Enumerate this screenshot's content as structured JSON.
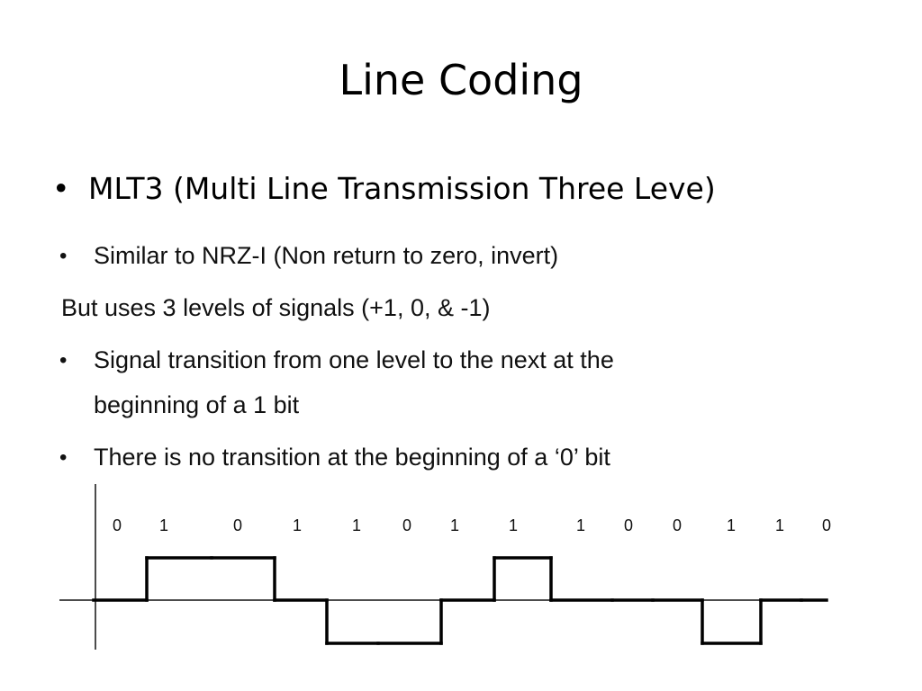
{
  "slide": {
    "title": "Line Coding",
    "main_bullet": "MLT3 (Multi Line Transmission Three Leve)"
  },
  "notes": {
    "bullet_char": "•",
    "line1": "Similar to NRZ-I (Non return to zero, invert)",
    "line2": "But uses 3 levels of signals (+1, 0, & -1)",
    "line3a": "Signal transition from one level to the next at the",
    "line3b": "beginning of a 1 bit",
    "line4": "There is no transition at the beginning of a ‘0’ bit"
  },
  "chart_data": {
    "type": "line",
    "step": true,
    "bits": [
      "0",
      "1",
      "0",
      "1",
      "1",
      "0",
      "1",
      "1",
      "1",
      "0",
      "0",
      "1",
      "1",
      "0"
    ],
    "levels": [
      0,
      1,
      1,
      0,
      -1,
      -1,
      0,
      1,
      0,
      0,
      0,
      -1,
      0,
      0
    ],
    "y_levels": [
      -1,
      0,
      1
    ],
    "axes": true,
    "title": "",
    "xlabel": "",
    "ylabel": ""
  }
}
